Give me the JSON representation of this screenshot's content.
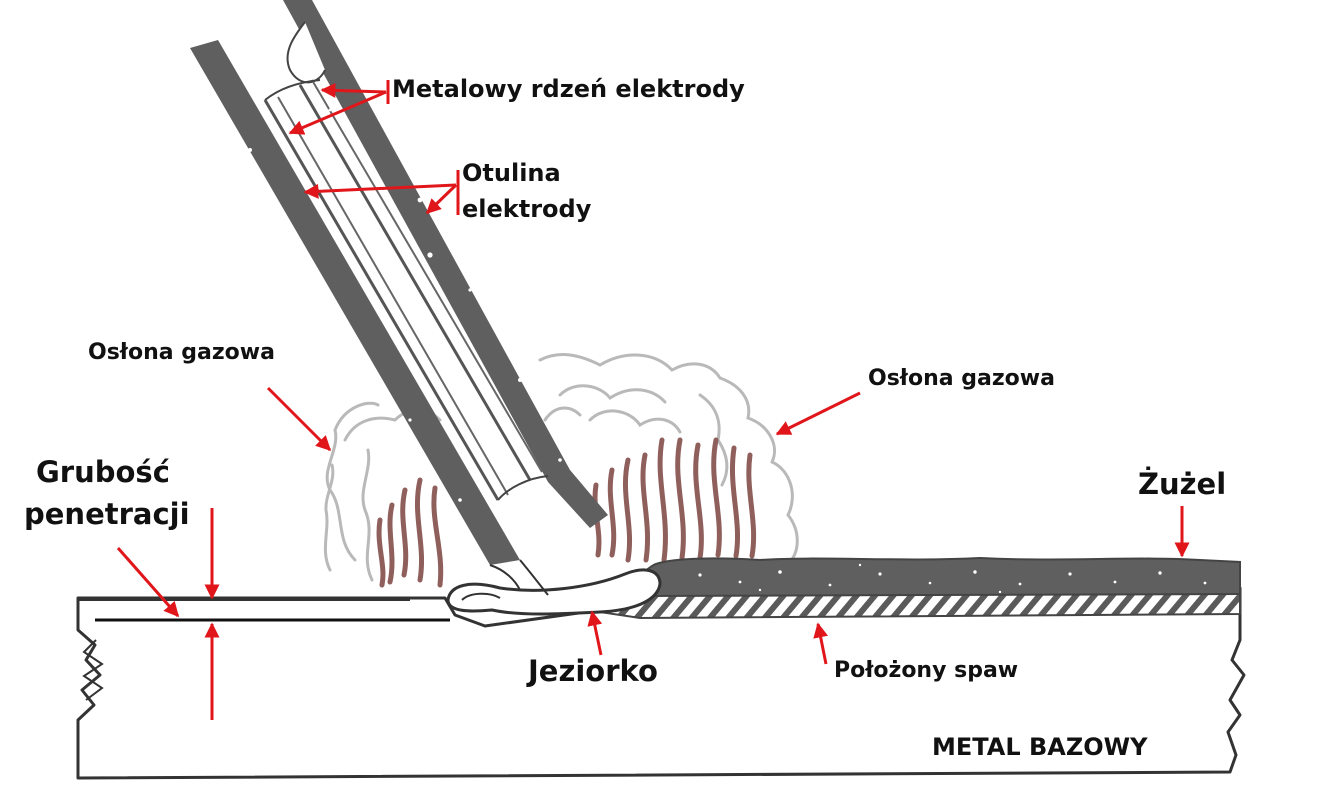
{
  "labels": {
    "core": "Metalowy rdzeń elektrody",
    "coating_line1": "Otulina",
    "coating_line2": "elektrody",
    "gas_left": "Osłona gazowa",
    "gas_right": "Osłona gazowa",
    "penetration_line1": "Grubość",
    "penetration_line2": "penetracji",
    "slag": "Żużel",
    "pool": "Jeziorko",
    "weld": "Położony spaw",
    "base_metal": "METAL BAZOWY"
  },
  "colors": {
    "electrode": "#5f5f5f",
    "arrow": "#e0161b",
    "arc": "#8f5f5c",
    "smoke": "#b9b9b9",
    "outline": "#333333",
    "background": "#ffffff"
  }
}
